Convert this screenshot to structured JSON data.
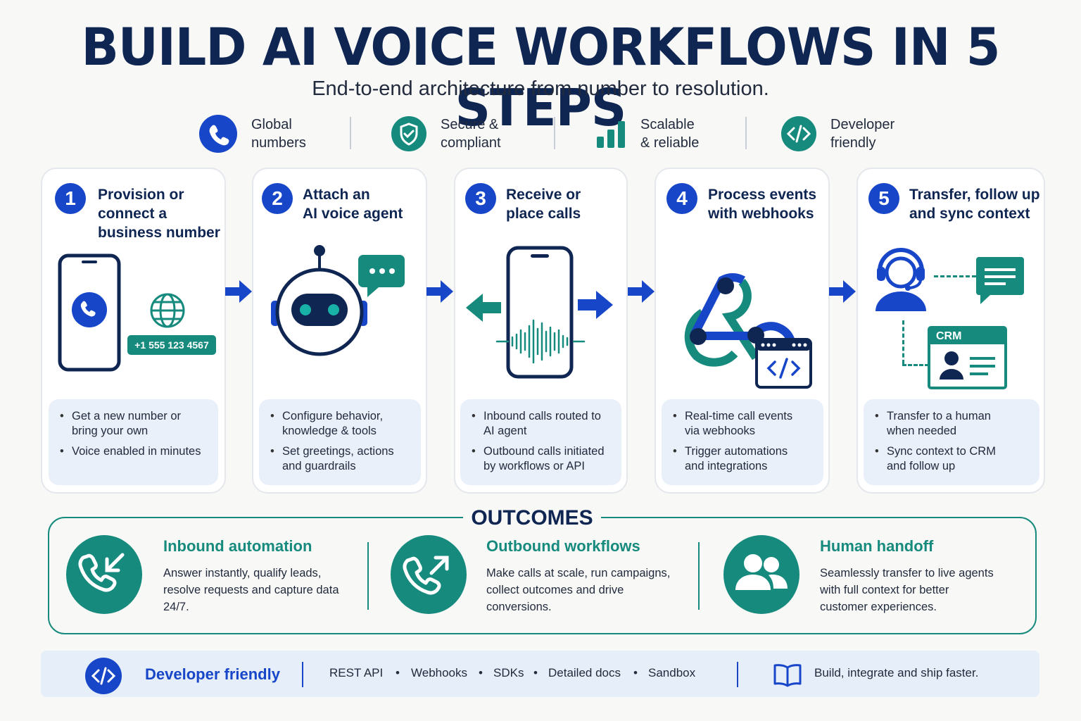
{
  "header": {
    "title": "BUILD AI VOICE WORKFLOWS IN 5 STEPS",
    "subtitle": "End-to-end architecture from number to resolution."
  },
  "features": [
    {
      "label": "Global\nnumbers",
      "icon": "phone-icon"
    },
    {
      "label": "Secure &\ncompliant",
      "icon": "shield-check-icon"
    },
    {
      "label": "Scalable\n& reliable",
      "icon": "bar-chart-icon"
    },
    {
      "label": "Developer\nfriendly",
      "icon": "code-icon"
    }
  ],
  "steps": [
    {
      "number": "1",
      "title": "Provision or\nconnect a\nbusiness number",
      "phone_number": "+1 555 123 4567",
      "bullets": [
        "Get a new number or\nbring your own",
        "Voice enabled in minutes"
      ]
    },
    {
      "number": "2",
      "title": "Attach an\nAI voice agent",
      "bullets": [
        "Configure behavior,\nknowledge & tools",
        "Set greetings, actions\nand guardrails"
      ]
    },
    {
      "number": "3",
      "title": "Receive or\nplace calls",
      "bullets": [
        "Inbound calls routed to\nAI agent",
        "Outbound calls initiated\nby workflows or API"
      ]
    },
    {
      "number": "4",
      "title": "Process events\nwith webhooks",
      "bullets": [
        "Real-time call events\nvia webhooks",
        "Trigger automations\nand integrations"
      ]
    },
    {
      "number": "5",
      "title": "Transfer, follow up\nand sync context",
      "crm_label": "CRM",
      "bullets": [
        "Transfer to a human\nwhen needed",
        "Sync context to CRM\nand follow up"
      ]
    }
  ],
  "outcomes": {
    "label": "OUTCOMES",
    "items": [
      {
        "title": "Inbound automation",
        "text": "Answer instantly, qualify leads,\nresolve requests and capture data\n24/7.",
        "icon": "phone-incoming-icon"
      },
      {
        "title": "Outbound workflows",
        "text": "Make calls at scale, run campaigns,\ncollect outcomes and drive\nconversions.",
        "icon": "phone-outgoing-icon"
      },
      {
        "title": "Human handoff",
        "text": "Seamlessly transfer to live agents\nwith full context for better\ncustomer experiences.",
        "icon": "users-icon"
      }
    ]
  },
  "footer": {
    "label": "Developer friendly",
    "items": [
      "REST  API",
      "Webhooks",
      "SDKs",
      "Detailed docs",
      "Sandbox"
    ],
    "tagline": "Build, integrate and ship faster."
  },
  "colors": {
    "navy": "#0f2552",
    "blue": "#1746c9",
    "teal": "#168a7d",
    "light_blue": "#eaf0fa"
  }
}
